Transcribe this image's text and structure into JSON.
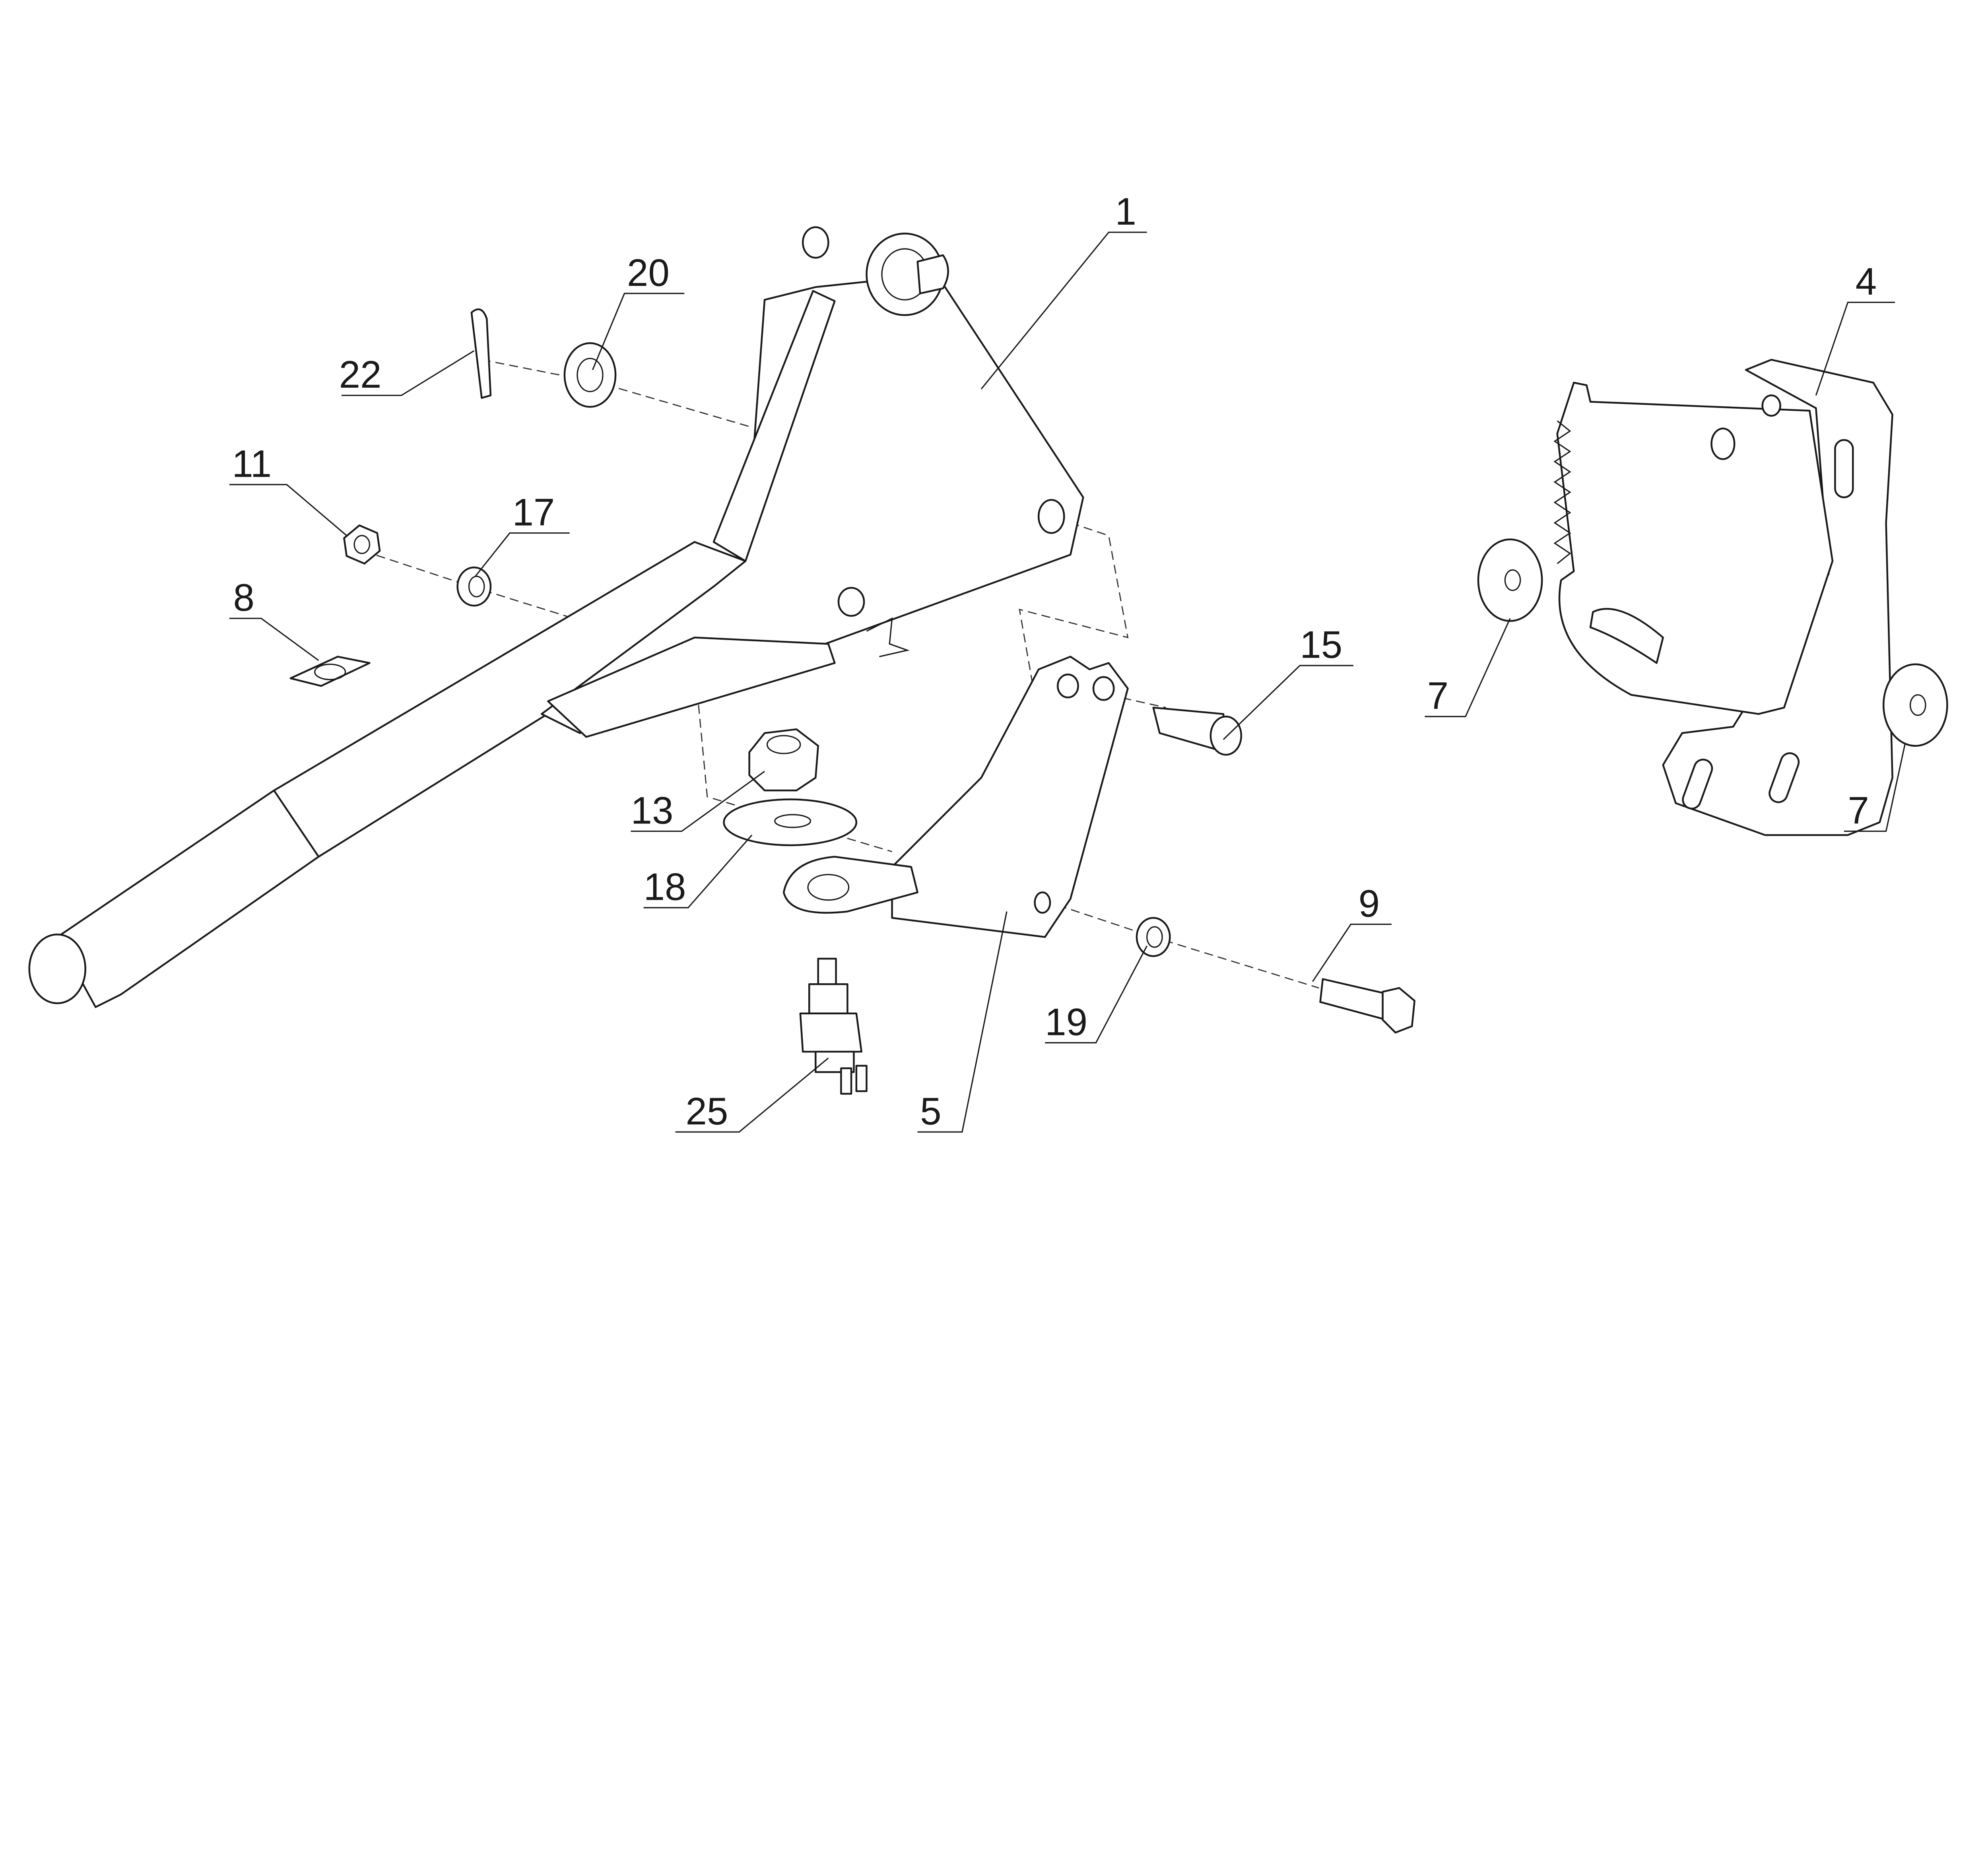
{
  "diagram": {
    "type": "exploded parts drawing",
    "callouts": [
      "1",
      "20",
      "22",
      "11",
      "17",
      "8",
      "13",
      "18",
      "15",
      "5",
      "19",
      "9",
      "25",
      "4",
      "7",
      "7"
    ]
  },
  "colors": {
    "line": "#1a1a1a",
    "background": "#ffffff"
  }
}
